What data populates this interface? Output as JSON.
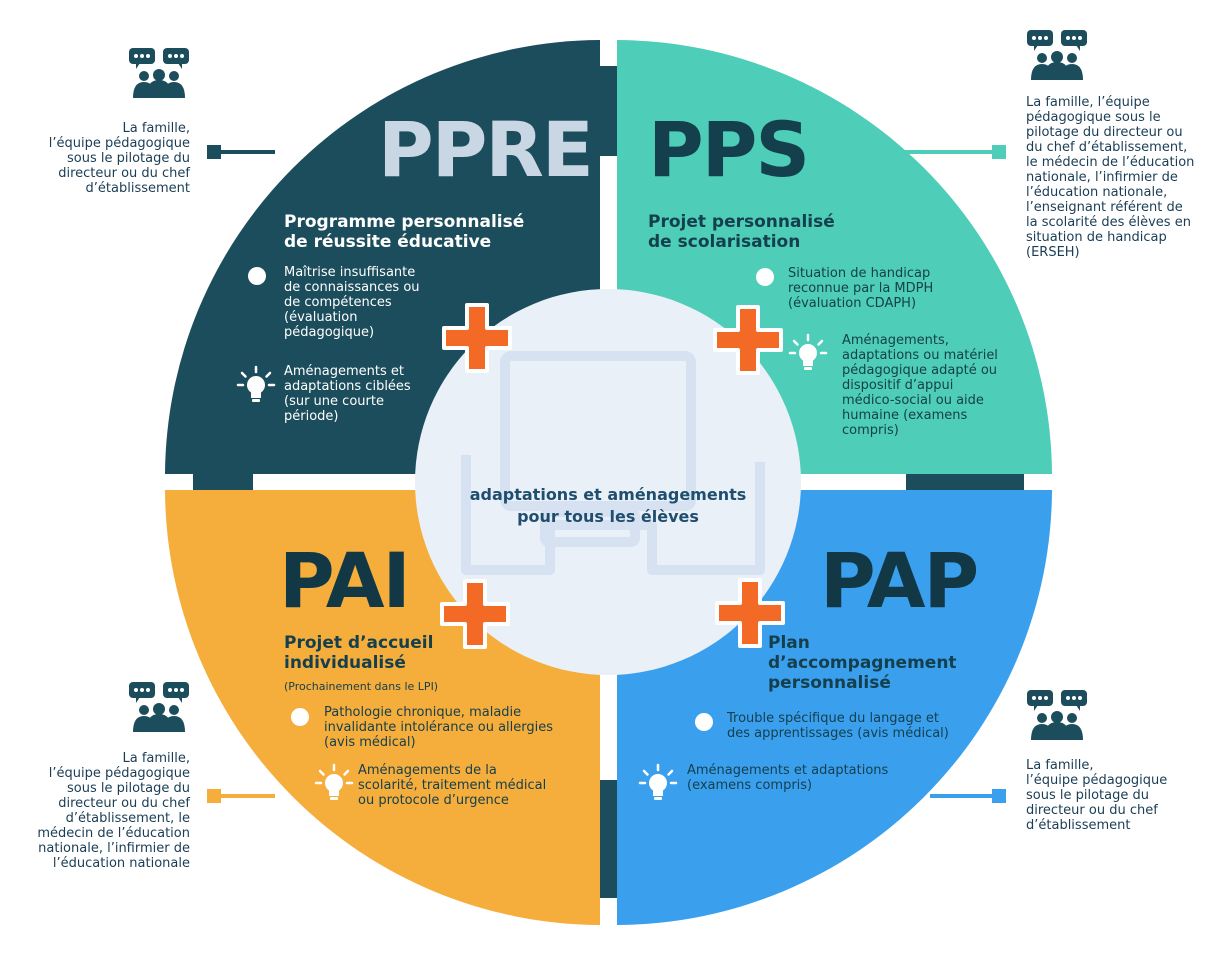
{
  "center": {
    "text_line1": "adaptations et aménagements",
    "text_line2": "pour tous les élèves"
  },
  "colors": {
    "ppre": "#1c4d5c",
    "pps": "#4ecdb8",
    "pai": "#f5ad3c",
    "pap": "#3aa0ee",
    "plus": "#f26a25",
    "side_text": "#1a3d55",
    "center_bg": "#eaf0f8"
  },
  "quadrants": {
    "ppre": {
      "acronym": "PPRE",
      "title_line1": "Programme personnalisé",
      "title_line2": "de réussite éducative",
      "point1": [
        "Maîtrise insuffisante",
        "de connaissances ou",
        "de compétences",
        "(évaluation",
        "pédagogique)"
      ],
      "point2": [
        "Aménagements et",
        "adaptations ciblées",
        "(sur une courte",
        "période)"
      ],
      "stakeholders": [
        "La famille,",
        "l’équipe pédagogique",
        "sous le pilotage du",
        "directeur ou du chef",
        "d’établissement"
      ]
    },
    "pps": {
      "acronym": "PPS",
      "title_line1": "Projet personnalisé",
      "title_line2": "de scolarisation",
      "point1": [
        "Situation de handicap",
        "reconnue par la MDPH",
        "(évaluation CDAPH)"
      ],
      "point2": [
        "Aménagements,",
        "adaptations ou matériel",
        "pédagogique adapté ou",
        "dispositif d’appui",
        "médico-social ou aide",
        "humaine (examens",
        "compris)"
      ],
      "stakeholders": [
        "La famille, l’équipe",
        "pédagogique sous le",
        "pilotage du directeur ou",
        "du chef d’établissement,",
        "le médecin de l’éducation",
        "nationale, l’infirmier de",
        "l’éducation nationale,",
        "l’enseignant référent de",
        "la scolarité des élèves en",
        "situation de handicap",
        "(ERSEH)"
      ]
    },
    "pai": {
      "acronym": "PAI",
      "title_line1": "Projet d’accueil",
      "title_line2": "individualisé",
      "subtitle": "(Prochainement dans le LPI)",
      "point1": [
        "Pathologie chronique, maladie",
        "invalidante intolérance ou allergies",
        "(avis médical)"
      ],
      "point2": [
        "Aménagements de la",
        "scolarité, traitement médical",
        "ou protocole d’urgence"
      ],
      "stakeholders": [
        "La famille,",
        "l’équipe pédagogique",
        "sous le pilotage du",
        "directeur ou du chef",
        "d’établissement, le",
        "médecin de l’éducation",
        "nationale, l’infirmier de",
        "l’éducation nationale"
      ]
    },
    "pap": {
      "acronym": "PAP",
      "title_line1": "Plan",
      "title_line2": "d’accompagnement",
      "title_line3": "personnalisé",
      "point1": [
        "Trouble spécifique du langage et",
        "des apprentissages (avis médical)"
      ],
      "point2": [
        "Aménagements et adaptations",
        "(examens compris)"
      ],
      "stakeholders": [
        "La famille,",
        "l’équipe pédagogique",
        "sous le pilotage du",
        "directeur ou du chef",
        "d’établissement"
      ]
    }
  }
}
